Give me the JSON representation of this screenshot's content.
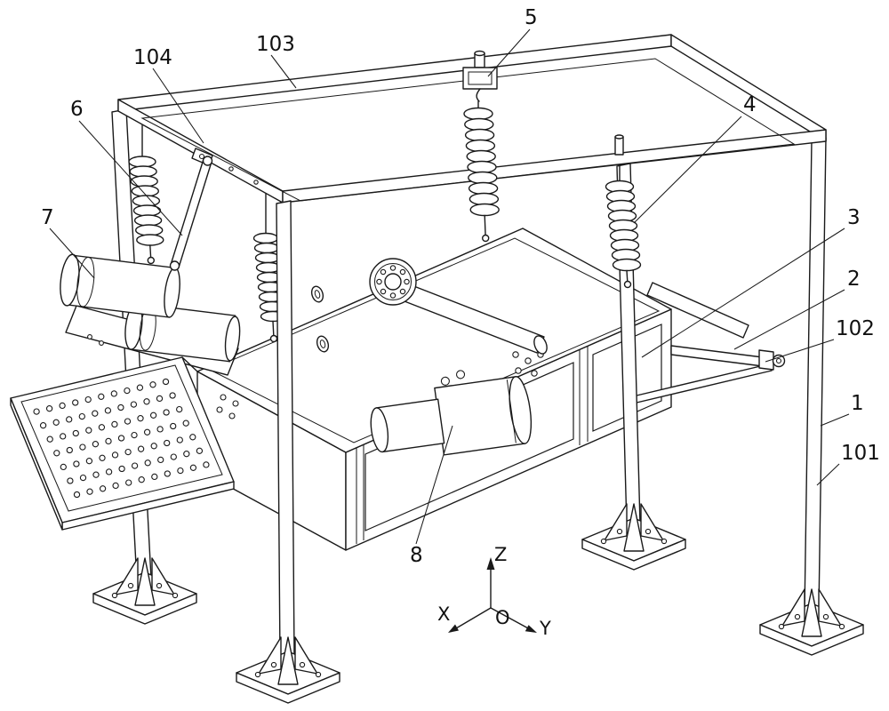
{
  "figure": {
    "background": "#ffffff",
    "line_color": "#1a1a1a",
    "text_color": "#111111"
  },
  "callouts": {
    "c1": "1",
    "c2": "2",
    "c3": "3",
    "c4": "4",
    "c5": "5",
    "c6": "6",
    "c7": "7",
    "c8": "8",
    "c101": "101",
    "c102": "102",
    "c103": "103",
    "c104": "104"
  },
  "axes": {
    "x": "X",
    "y": "Y",
    "z": "Z",
    "o": "O"
  }
}
